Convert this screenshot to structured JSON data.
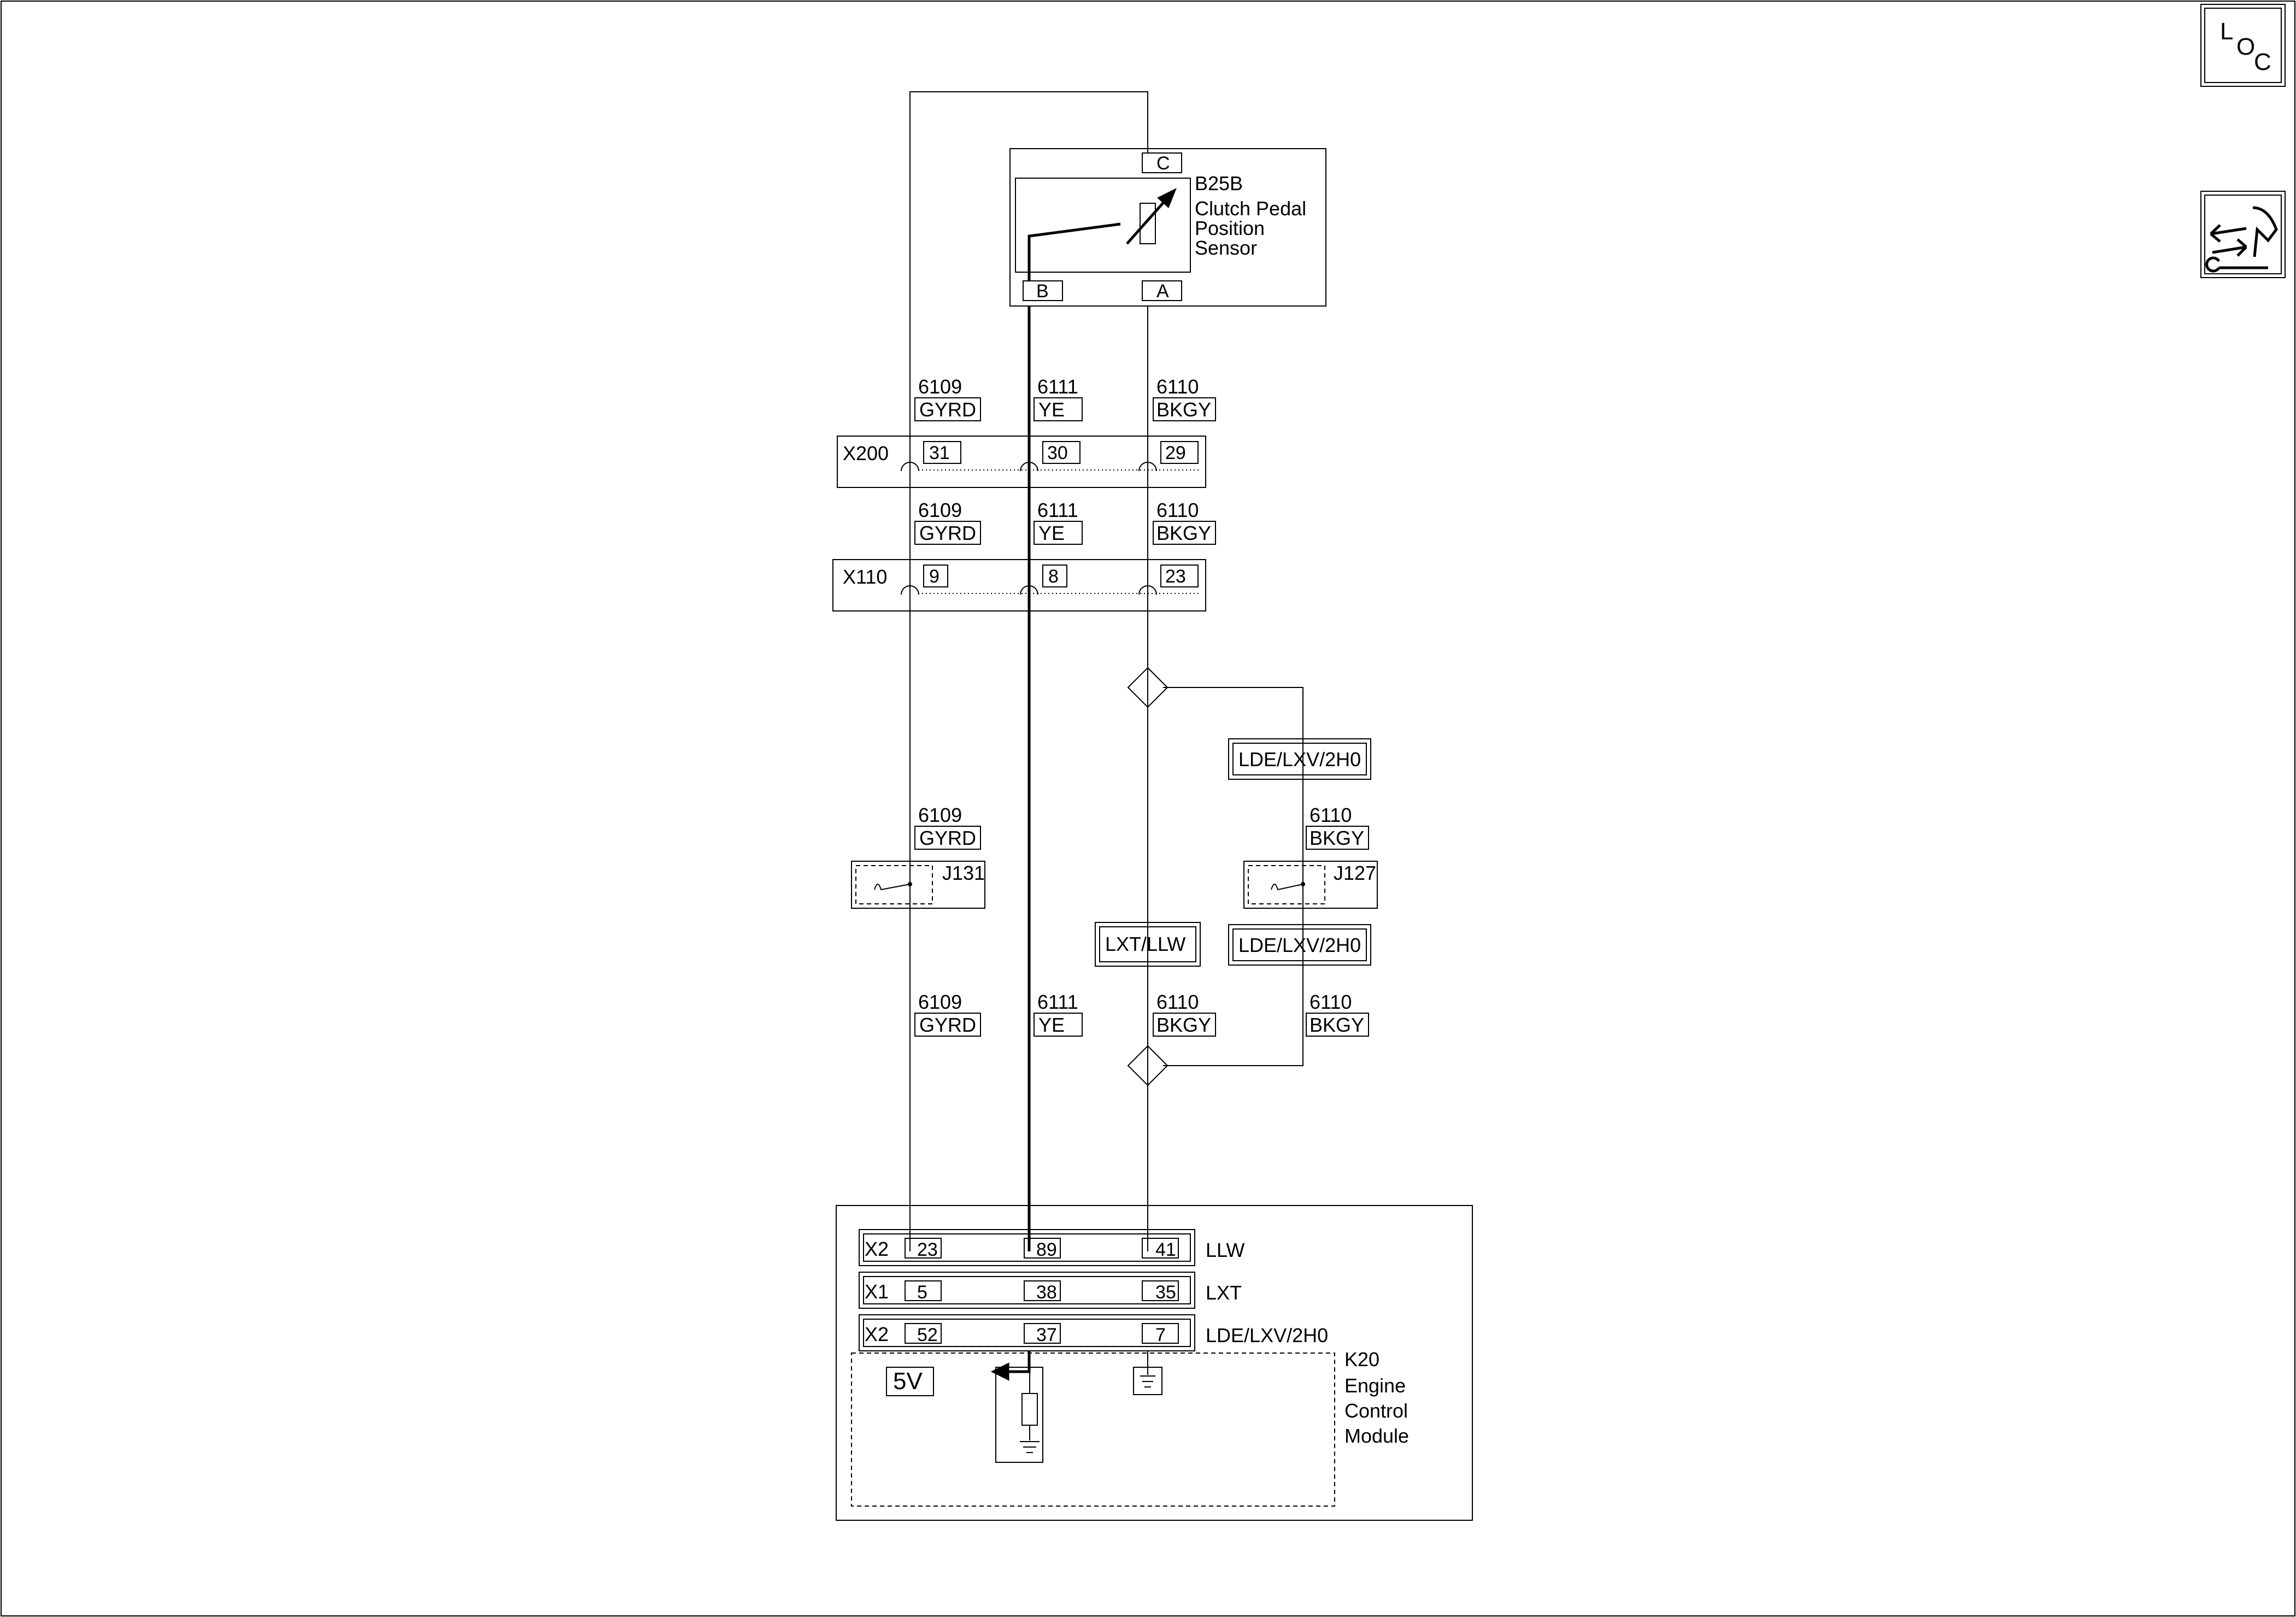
{
  "nav": {
    "loc": {
      "l": "L",
      "o": "O",
      "c": "C"
    },
    "dtc_icon": "connector-wrench-icon"
  },
  "sensor": {
    "code": "B25B",
    "name_lines": [
      "Clutch Pedal",
      "Position",
      "Sensor"
    ],
    "pin_c": "C",
    "pin_b": "B",
    "pin_a": "A"
  },
  "wires": {
    "w6109": {
      "circuit": "6109",
      "color": "GYRD"
    },
    "w6111": {
      "circuit": "6111",
      "color": "YE"
    },
    "w6110": {
      "circuit": "6110",
      "color": "BKGY"
    }
  },
  "x200": {
    "name": "X200",
    "pins": [
      "31",
      "30",
      "29"
    ]
  },
  "x110": {
    "name": "X110",
    "pins": [
      "9",
      "8",
      "23"
    ]
  },
  "options": {
    "lde": "LDE/LXV/2H0",
    "lxt": "LXT/LLW"
  },
  "splices": {
    "j131": "J131",
    "j127": "J127"
  },
  "ecm": {
    "code": "K20",
    "name_lines": [
      "Engine",
      "Control",
      "Module"
    ],
    "supply": "5V",
    "rows": [
      {
        "connector": "X2",
        "pins": [
          "23",
          "89",
          "41"
        ],
        "option": "LLW"
      },
      {
        "connector": "X1",
        "pins": [
          "5",
          "38",
          "35"
        ],
        "option": "LXT"
      },
      {
        "connector": "X2",
        "pins": [
          "52",
          "37",
          "7"
        ],
        "option": "LDE/LXV/2H0"
      }
    ]
  }
}
